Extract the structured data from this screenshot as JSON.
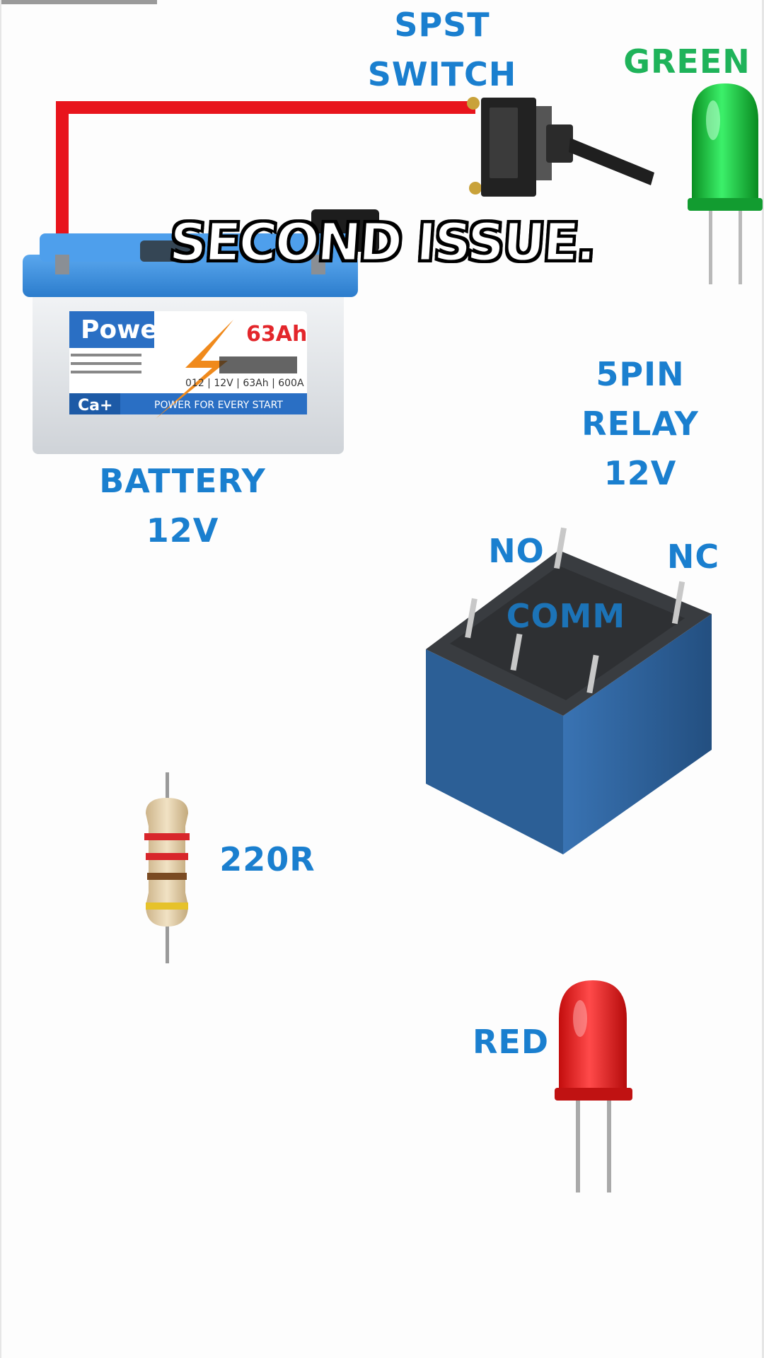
{
  "caption": "SECOND ISSUE.",
  "labels": {
    "switch_line1": "SPST",
    "switch_line2": "SWITCH",
    "green_led": "GREEN",
    "battery_line1": "BATTERY",
    "battery_line2": "12V",
    "relay_line1": "5PIN",
    "relay_line2": "RELAY",
    "relay_line3": "12V",
    "relay_no": "NO",
    "relay_nc": "NC",
    "relay_comm": "COMM",
    "resistor": "220R",
    "red_led": "RED"
  },
  "battery": {
    "brand": "Power",
    "capacity": "63Ah",
    "rating": "012 | 12V | 63Ah | 600A",
    "model": "Ca+",
    "slogan": "POWER FOR EVERY START"
  },
  "colors": {
    "label_blue": "#1a7fcf",
    "label_green": "#1fb35a",
    "wire_red": "#e8141c",
    "battery_blue": "#3b8fe0",
    "relay_blue": "#2f6aa8",
    "led_green": "#19c43c",
    "led_red": "#e61c1c"
  }
}
